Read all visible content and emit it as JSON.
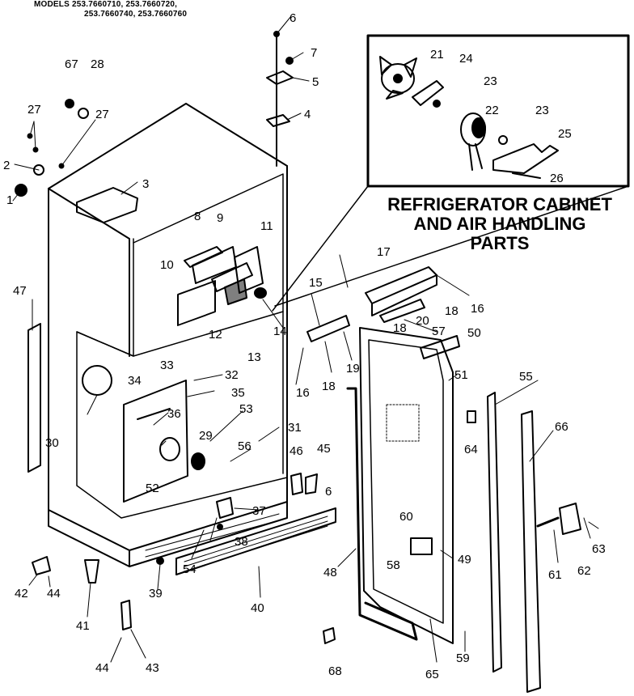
{
  "header": {
    "line1": "MODELS 253.7660710, 253.7660720,",
    "line2": "253.7660740, 253.7660760"
  },
  "title": {
    "line1": "REFRIGERATOR CABINET",
    "line2": "AND AIR HANDLING",
    "line3": "PARTS"
  },
  "labels": [
    {
      "id": "p1",
      "text": "1"
    },
    {
      "id": "p2",
      "text": "2"
    },
    {
      "id": "p3",
      "text": "3"
    },
    {
      "id": "p4",
      "text": "4"
    },
    {
      "id": "p5",
      "text": "5"
    },
    {
      "id": "p6a",
      "text": "6"
    },
    {
      "id": "p6b",
      "text": "6"
    },
    {
      "id": "p7",
      "text": "7"
    },
    {
      "id": "p8",
      "text": "8"
    },
    {
      "id": "p9",
      "text": "9"
    },
    {
      "id": "p10",
      "text": "10"
    },
    {
      "id": "p11",
      "text": "11"
    },
    {
      "id": "p12",
      "text": "12"
    },
    {
      "id": "p13",
      "text": "13"
    },
    {
      "id": "p14",
      "text": "14"
    },
    {
      "id": "p15",
      "text": "15"
    },
    {
      "id": "p16a",
      "text": "16"
    },
    {
      "id": "p16b",
      "text": "16"
    },
    {
      "id": "p17",
      "text": "17"
    },
    {
      "id": "p18a",
      "text": "18"
    },
    {
      "id": "p18b",
      "text": "18"
    },
    {
      "id": "p18c",
      "text": "18"
    },
    {
      "id": "p19",
      "text": "19"
    },
    {
      "id": "p20",
      "text": "20"
    },
    {
      "id": "p21",
      "text": "21"
    },
    {
      "id": "p22",
      "text": "22"
    },
    {
      "id": "p23a",
      "text": "23"
    },
    {
      "id": "p23b",
      "text": "23"
    },
    {
      "id": "p24",
      "text": "24"
    },
    {
      "id": "p25",
      "text": "25"
    },
    {
      "id": "p26",
      "text": "26"
    },
    {
      "id": "p27a",
      "text": "27"
    },
    {
      "id": "p27b",
      "text": "27"
    },
    {
      "id": "p28",
      "text": "28"
    },
    {
      "id": "p29",
      "text": "29"
    },
    {
      "id": "p30",
      "text": "30"
    },
    {
      "id": "p31",
      "text": "31"
    },
    {
      "id": "p32",
      "text": "32"
    },
    {
      "id": "p33",
      "text": "33"
    },
    {
      "id": "p34",
      "text": "34"
    },
    {
      "id": "p35",
      "text": "35"
    },
    {
      "id": "p36",
      "text": "36"
    },
    {
      "id": "p37",
      "text": "37"
    },
    {
      "id": "p38",
      "text": "38"
    },
    {
      "id": "p39",
      "text": "39"
    },
    {
      "id": "p40",
      "text": "40"
    },
    {
      "id": "p41",
      "text": "41"
    },
    {
      "id": "p42",
      "text": "42"
    },
    {
      "id": "p43",
      "text": "43"
    },
    {
      "id": "p44a",
      "text": "44"
    },
    {
      "id": "p44b",
      "text": "44"
    },
    {
      "id": "p45",
      "text": "45"
    },
    {
      "id": "p46",
      "text": "46"
    },
    {
      "id": "p47",
      "text": "47"
    },
    {
      "id": "p48",
      "text": "48"
    },
    {
      "id": "p49",
      "text": "49"
    },
    {
      "id": "p50",
      "text": "50"
    },
    {
      "id": "p51",
      "text": "51"
    },
    {
      "id": "p52",
      "text": "52"
    },
    {
      "id": "p53",
      "text": "53"
    },
    {
      "id": "p54",
      "text": "54"
    },
    {
      "id": "p55",
      "text": "55"
    },
    {
      "id": "p56",
      "text": "56"
    },
    {
      "id": "p57",
      "text": "57"
    },
    {
      "id": "p58",
      "text": "58"
    },
    {
      "id": "p59",
      "text": "59"
    },
    {
      "id": "p60",
      "text": "60"
    },
    {
      "id": "p61",
      "text": "61"
    },
    {
      "id": "p62",
      "text": "62"
    },
    {
      "id": "p63",
      "text": "63"
    },
    {
      "id": "p64",
      "text": "64"
    },
    {
      "id": "p65",
      "text": "65"
    },
    {
      "id": "p66",
      "text": "66"
    },
    {
      "id": "p67",
      "text": "67"
    },
    {
      "id": "p68",
      "text": "68"
    }
  ]
}
